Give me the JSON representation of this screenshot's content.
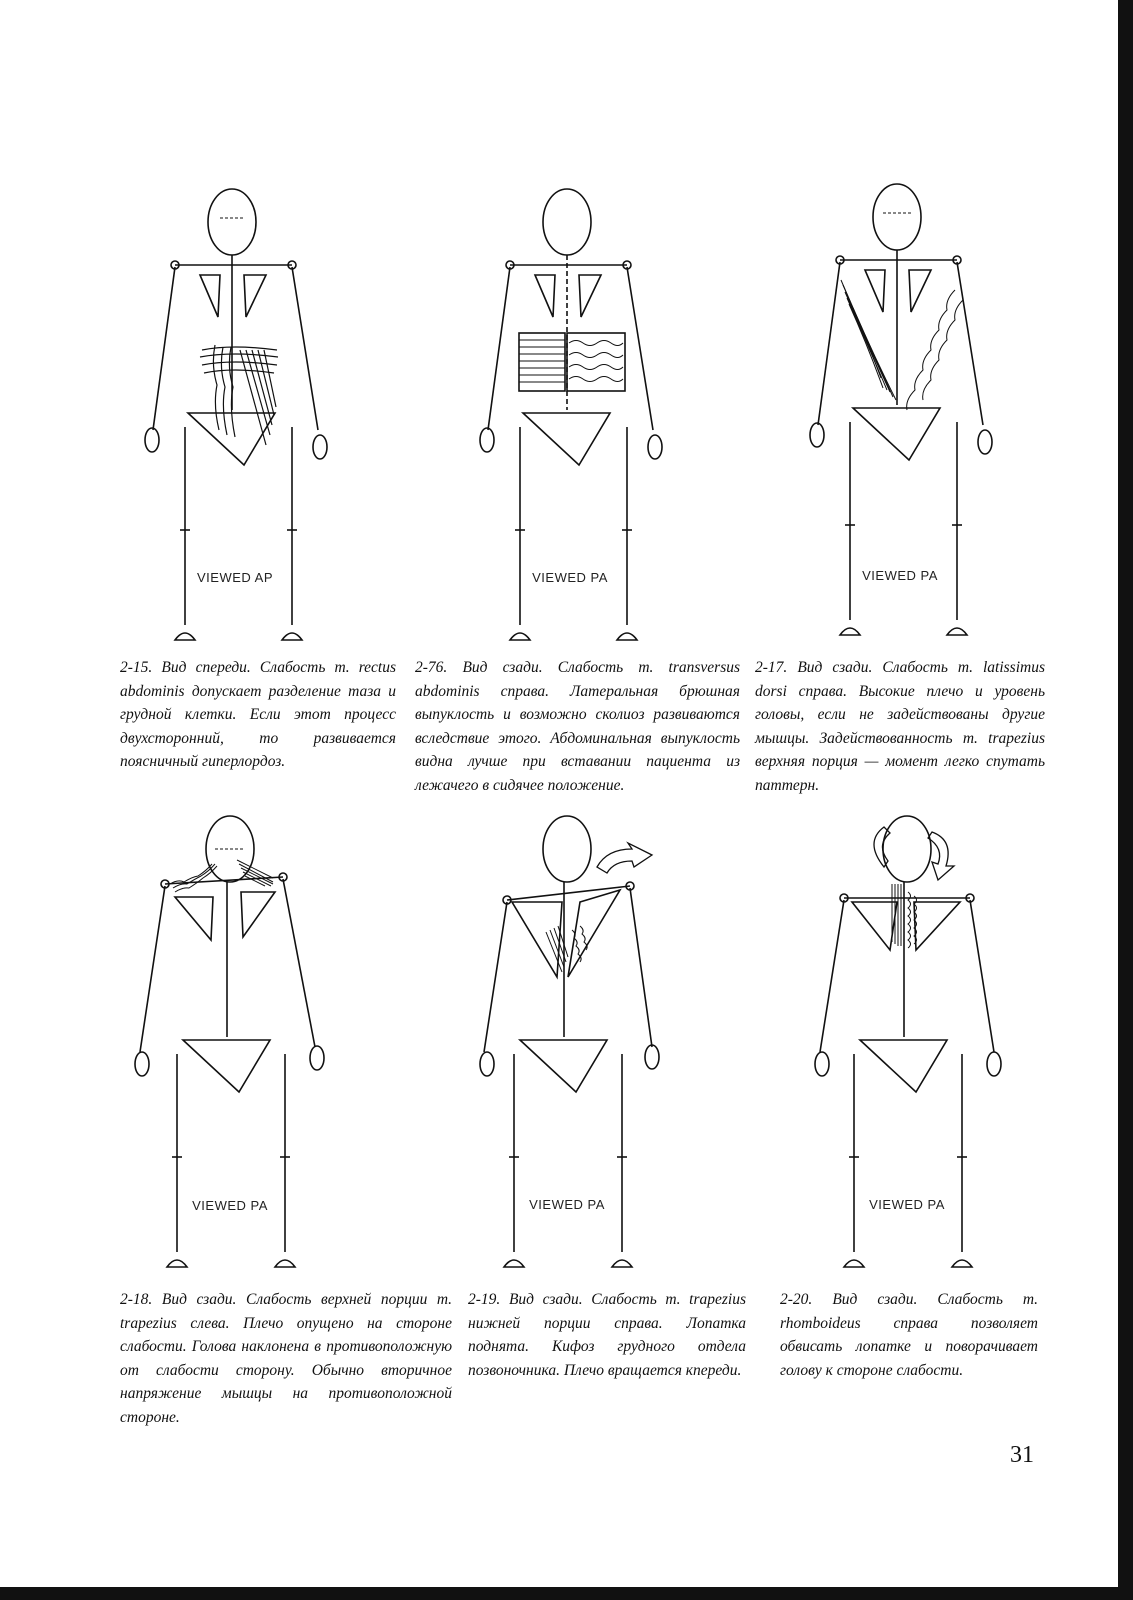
{
  "figures": [
    {
      "view_label": "VIEWED AP",
      "caption": {
        "number": "2-15.",
        "text": "Вид спереди. Слабость m. rectus abdominis допускает разделение таза и грудной клетки. Если этот процесс двухсторонний, то развивается поясничный гиперлордоз."
      }
    },
    {
      "view_label": "VIEWED PA",
      "caption": {
        "number": "2-76.",
        "text": "Вид сзади. Слабость m. transversus abdominis справа. Латеральная брюшная выпуклость и возможно сколиоз развиваются вследствие этого. Абдоминальная выпуклость видна лучше при вставании пациента из лежачего в сидячее положение."
      }
    },
    {
      "view_label": "VIEWED PA",
      "caption": {
        "number": "2-17.",
        "text": "Вид сзади. Слабость m. latissimus dorsi справа. Высокие плечо и уровень головы, если не задействованы другие мышцы. Задействованность m. trapezius верхняя порция — момент легко спутать паттерн."
      }
    },
    {
      "view_label": "VIEWED PA",
      "caption": {
        "number": "2-18.",
        "text": "Вид сзади. Слабость верхней порции m. trapezius слева. Плечо опущено на стороне слабости. Голова наклонена в противоположную от слабости сторону. Обычно вторичное напряжение мышцы на противоположной стороне."
      }
    },
    {
      "view_label": "VIEWED PA",
      "caption": {
        "number": "2-19.",
        "text": "Вид сзади. Слабость m. trapezius нижней порции справа. Лопатка поднята. Кифоз грудного отдела позвоночника. Плечо вращается кпереди."
      }
    },
    {
      "view_label": "VIEWED PA",
      "caption": {
        "number": "2-20.",
        "text": "Вид сзади. Слабость m. rhomboideus справа позволяет обвисать лопатке и поворачивает голову к стороне слабости."
      }
    }
  ],
  "page_number": "31"
}
